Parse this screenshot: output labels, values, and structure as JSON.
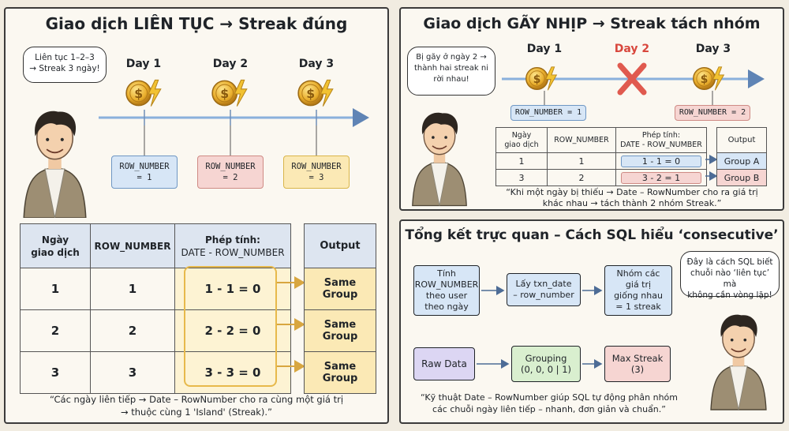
{
  "left": {
    "title": "Giao dịch LIÊN TỤC → Streak đúng",
    "bubble": [
      "Liên tục 1–2–3",
      "→ Streak 3 ngày!"
    ],
    "days": [
      "Day 1",
      "Day 2",
      "Day 3"
    ],
    "row_numbers": [
      [
        "ROW_NUMBER",
        "= 1"
      ],
      [
        "ROW_NUMBER",
        "= 2"
      ],
      [
        "ROW_NUMBER",
        "= 3"
      ]
    ],
    "table_headers": {
      "date": [
        "Ngày",
        "giao dịch"
      ],
      "rn": "ROW_NUMBER",
      "calc": [
        "Phép tính:",
        "DATE - ROW_NUMBER"
      ],
      "output": "Output"
    },
    "rows": [
      {
        "date": "1",
        "rn": "1",
        "calc": "1 - 1 = 0",
        "output": "Same Group"
      },
      {
        "date": "2",
        "rn": "2",
        "calc": "2 - 2 = 0",
        "output": "Same Group"
      },
      {
        "date": "3",
        "rn": "3",
        "calc": "3 - 3 = 0",
        "output": "Same Group"
      }
    ],
    "quote": [
      "“Các ngày liên tiếp → Date – RowNumber cho ra cùng một giá trị",
      "→ thuộc cùng 1 'Island' (Streak).”"
    ]
  },
  "right_top": {
    "title": "Giao dịch GÃY NHỊP → Streak tách nhóm",
    "bubble": [
      "Bị gãy ở ngày 2 →",
      "thành hai streak ni",
      "rời nhau!"
    ],
    "days": [
      "Day 1",
      "Day 2",
      "Day 3"
    ],
    "row_numbers": [
      "ROW_NUMBER = 1",
      "ROW_NUMBER = 2"
    ],
    "table_headers": {
      "date": [
        "Ngày",
        "giao dịch"
      ],
      "rn": "ROW_NUMBER",
      "calc": [
        "Phép tính:",
        "DATE - ROW_NUMBER"
      ],
      "output": "Output"
    },
    "rows": [
      {
        "date": "1",
        "rn": "1",
        "calc": "1 - 1 = 0",
        "output": "Group A"
      },
      {
        "date": "3",
        "rn": "2",
        "calc": "3 - 2 = 1",
        "output": "Group B"
      }
    ],
    "quote": [
      "“Khi một ngày bị thiếu → Date – RowNumber cho ra giá trị",
      "khác nhau → tách thành 2 nhóm Streak.”"
    ]
  },
  "right_bottom": {
    "title": "Tổng kết trực quan – Cách SQL hiểu ‘consecutive’",
    "bubble": [
      "Đây là cách SQL biết",
      "chuỗi nào ‘liên tục’ mà",
      "không cần vòng lặp!"
    ],
    "step1": [
      "Tính",
      "ROW_NUMBER",
      "theo user",
      "theo ngày"
    ],
    "step2": [
      "Lấy txn_date",
      "– row_number"
    ],
    "step3": [
      "Nhóm các",
      "giá trị",
      "giống nhau",
      "= 1 streak"
    ],
    "raw": "Raw Data",
    "grouping": [
      "Grouping",
      "(0, 0, 0 | 1)"
    ],
    "max": [
      "Max Streak",
      "(3)"
    ],
    "quote": [
      "“Kỹ thuật Date – RowNumber giúp SQL tự động phân nhóm",
      "các chuỗi ngày liên tiếp – nhanh, đơn giản và chuẩn.”"
    ]
  },
  "colors": {
    "blue": "#d7e6f6",
    "red": "#f6d5d2",
    "yellow": "#fbe9b5",
    "green": "#d9efcf",
    "purple": "#dcd6f3",
    "timeline": "#8ab0dc",
    "cross": "#e05a4f"
  },
  "icons": [
    "coin-lightning-icon",
    "red-cross-icon",
    "arrow-right-icon",
    "person-illustration"
  ]
}
